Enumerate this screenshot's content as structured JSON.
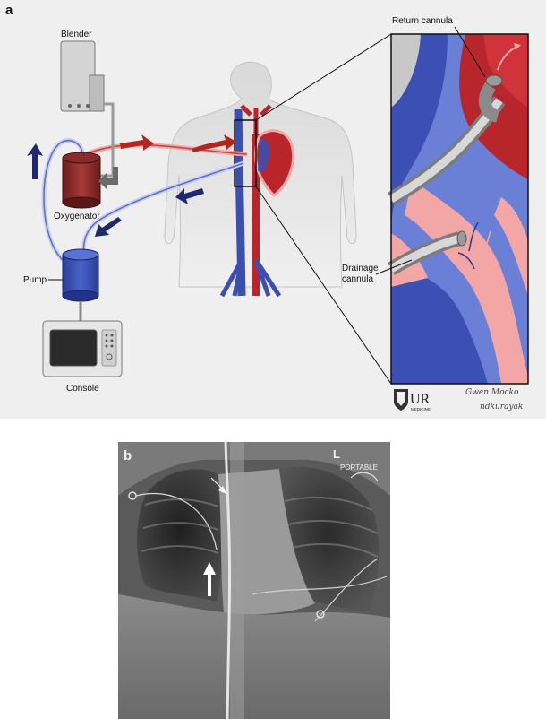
{
  "panel_a": {
    "label": "a",
    "blender_label": "Blender",
    "oxygenator_label": "Oxygenator",
    "pump_label": "Pump",
    "console_label": "Console",
    "return_cannula_label": "Return cannula",
    "drainage_cannula_label_line1": "Drainage",
    "drainage_cannula_label_line2": "cannula",
    "logo_text": "UR",
    "logo_subtext": "MEDICINE",
    "signature_line1": "Gwen Mocko",
    "signature_line2": "ndkurayak"
  },
  "panel_b": {
    "label": "b",
    "corner_marker": "L",
    "portable_label": "PORTABLE"
  },
  "colors": {
    "venous_blue": "#3b4fb0",
    "arterial_red": "#b8262b",
    "light_red": "#f2a6a6",
    "arrow_navy": "#1f2a6e",
    "arrow_red": "#b3261e",
    "background_a": "#efefef"
  }
}
